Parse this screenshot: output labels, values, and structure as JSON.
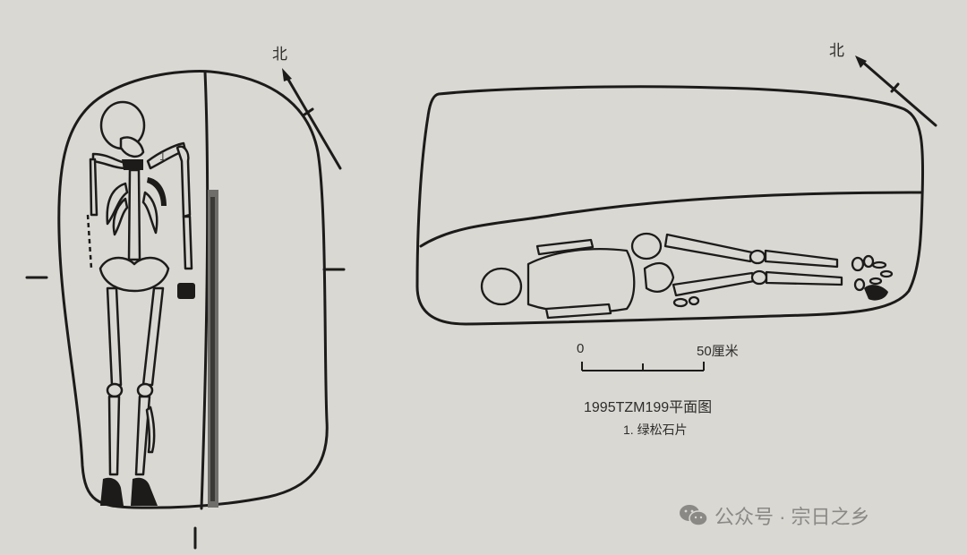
{
  "figure": {
    "title": "1995TZM199平面图",
    "legend_items": [
      {
        "number": "1",
        "text": "1. 绿松石片"
      }
    ],
    "annotation_number": "1",
    "scale_bar": {
      "start_label": "0",
      "end_label": "50厘米"
    },
    "north_label": "北"
  },
  "left_plan": {
    "north_label": "北"
  },
  "right_plan": {
    "north_label": "北"
  },
  "watermark": {
    "text": "公众号 · 宗日之乡",
    "icon": "wechat-icon"
  },
  "colors": {
    "background": "#d9d8d3",
    "ink": "#1c1b1a",
    "watermark": "#8a8986"
  }
}
